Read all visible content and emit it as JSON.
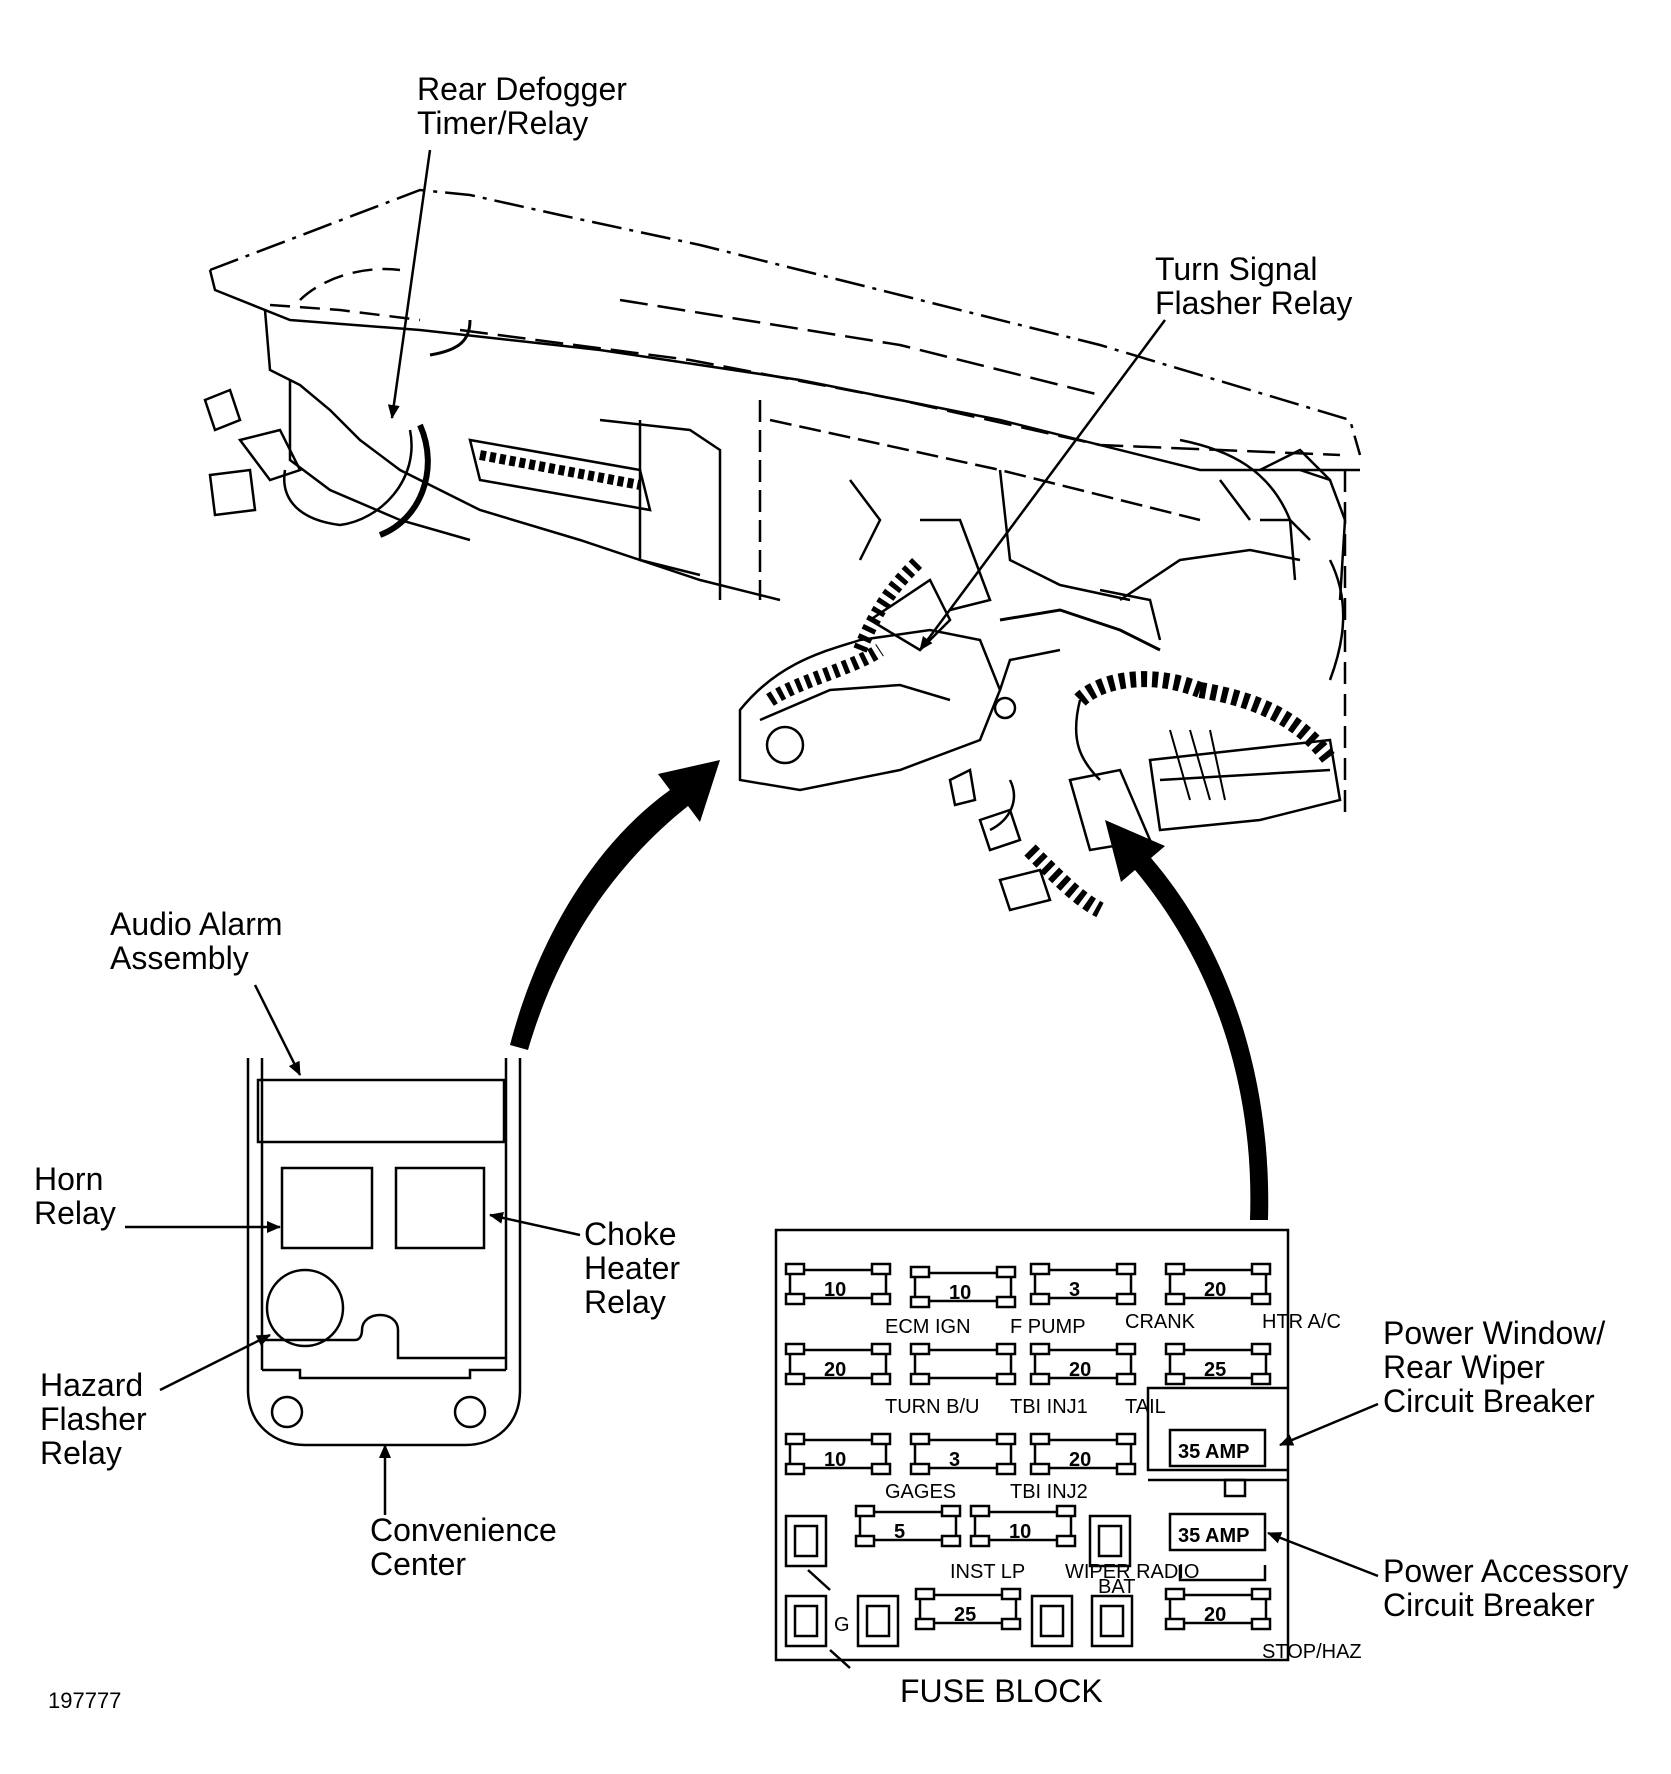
{
  "diagram": {
    "labels": {
      "rear_defogger": [
        "Rear Defogger",
        "Timer/Relay"
      ],
      "turn_signal": [
        "Turn Signal",
        "Flasher Relay"
      ],
      "audio_alarm": [
        "Audio Alarm",
        "Assembly"
      ],
      "horn_relay": [
        "Horn",
        "Relay"
      ],
      "choke_heater": [
        "Choke",
        "Heater",
        "Relay"
      ],
      "hazard_flasher": [
        "Hazard",
        "Flasher",
        "Relay"
      ],
      "convenience_center": [
        "Convenience",
        "Center"
      ],
      "power_window": [
        "Power Window/",
        "Rear Wiper",
        "Circuit Breaker"
      ],
      "power_accessory": [
        "Power Accessory",
        "Circuit Breaker"
      ]
    },
    "fuse_block": {
      "title": "FUSE BLOCK",
      "fuses": [
        {
          "value": "10",
          "name": "ECM IGN"
        },
        {
          "value": "10",
          "name": "F PUMP"
        },
        {
          "value": "3",
          "name": "CRANK"
        },
        {
          "value": "20",
          "name": "HTR A/C"
        },
        {
          "value": "20",
          "name": "TURN B/U"
        },
        {
          "value": "",
          "name": "TBI INJ1"
        },
        {
          "value": "20",
          "name": "TAIL"
        },
        {
          "value": "25",
          "name": ""
        },
        {
          "value": "10",
          "name": "GAGES"
        },
        {
          "value": "3",
          "name": "TBI INJ2"
        },
        {
          "value": "20",
          "name": ""
        },
        {
          "value": "5",
          "name": "INST LP"
        },
        {
          "value": "10",
          "name": "WIPER RADIO"
        },
        {
          "value": "25",
          "name": ""
        },
        {
          "value": "20",
          "name": "STOP/HAZ"
        }
      ],
      "breakers": [
        "35 AMP",
        "35 AMP"
      ],
      "small_labels": [
        "BAT",
        "G"
      ]
    },
    "figure_id": "197777"
  }
}
